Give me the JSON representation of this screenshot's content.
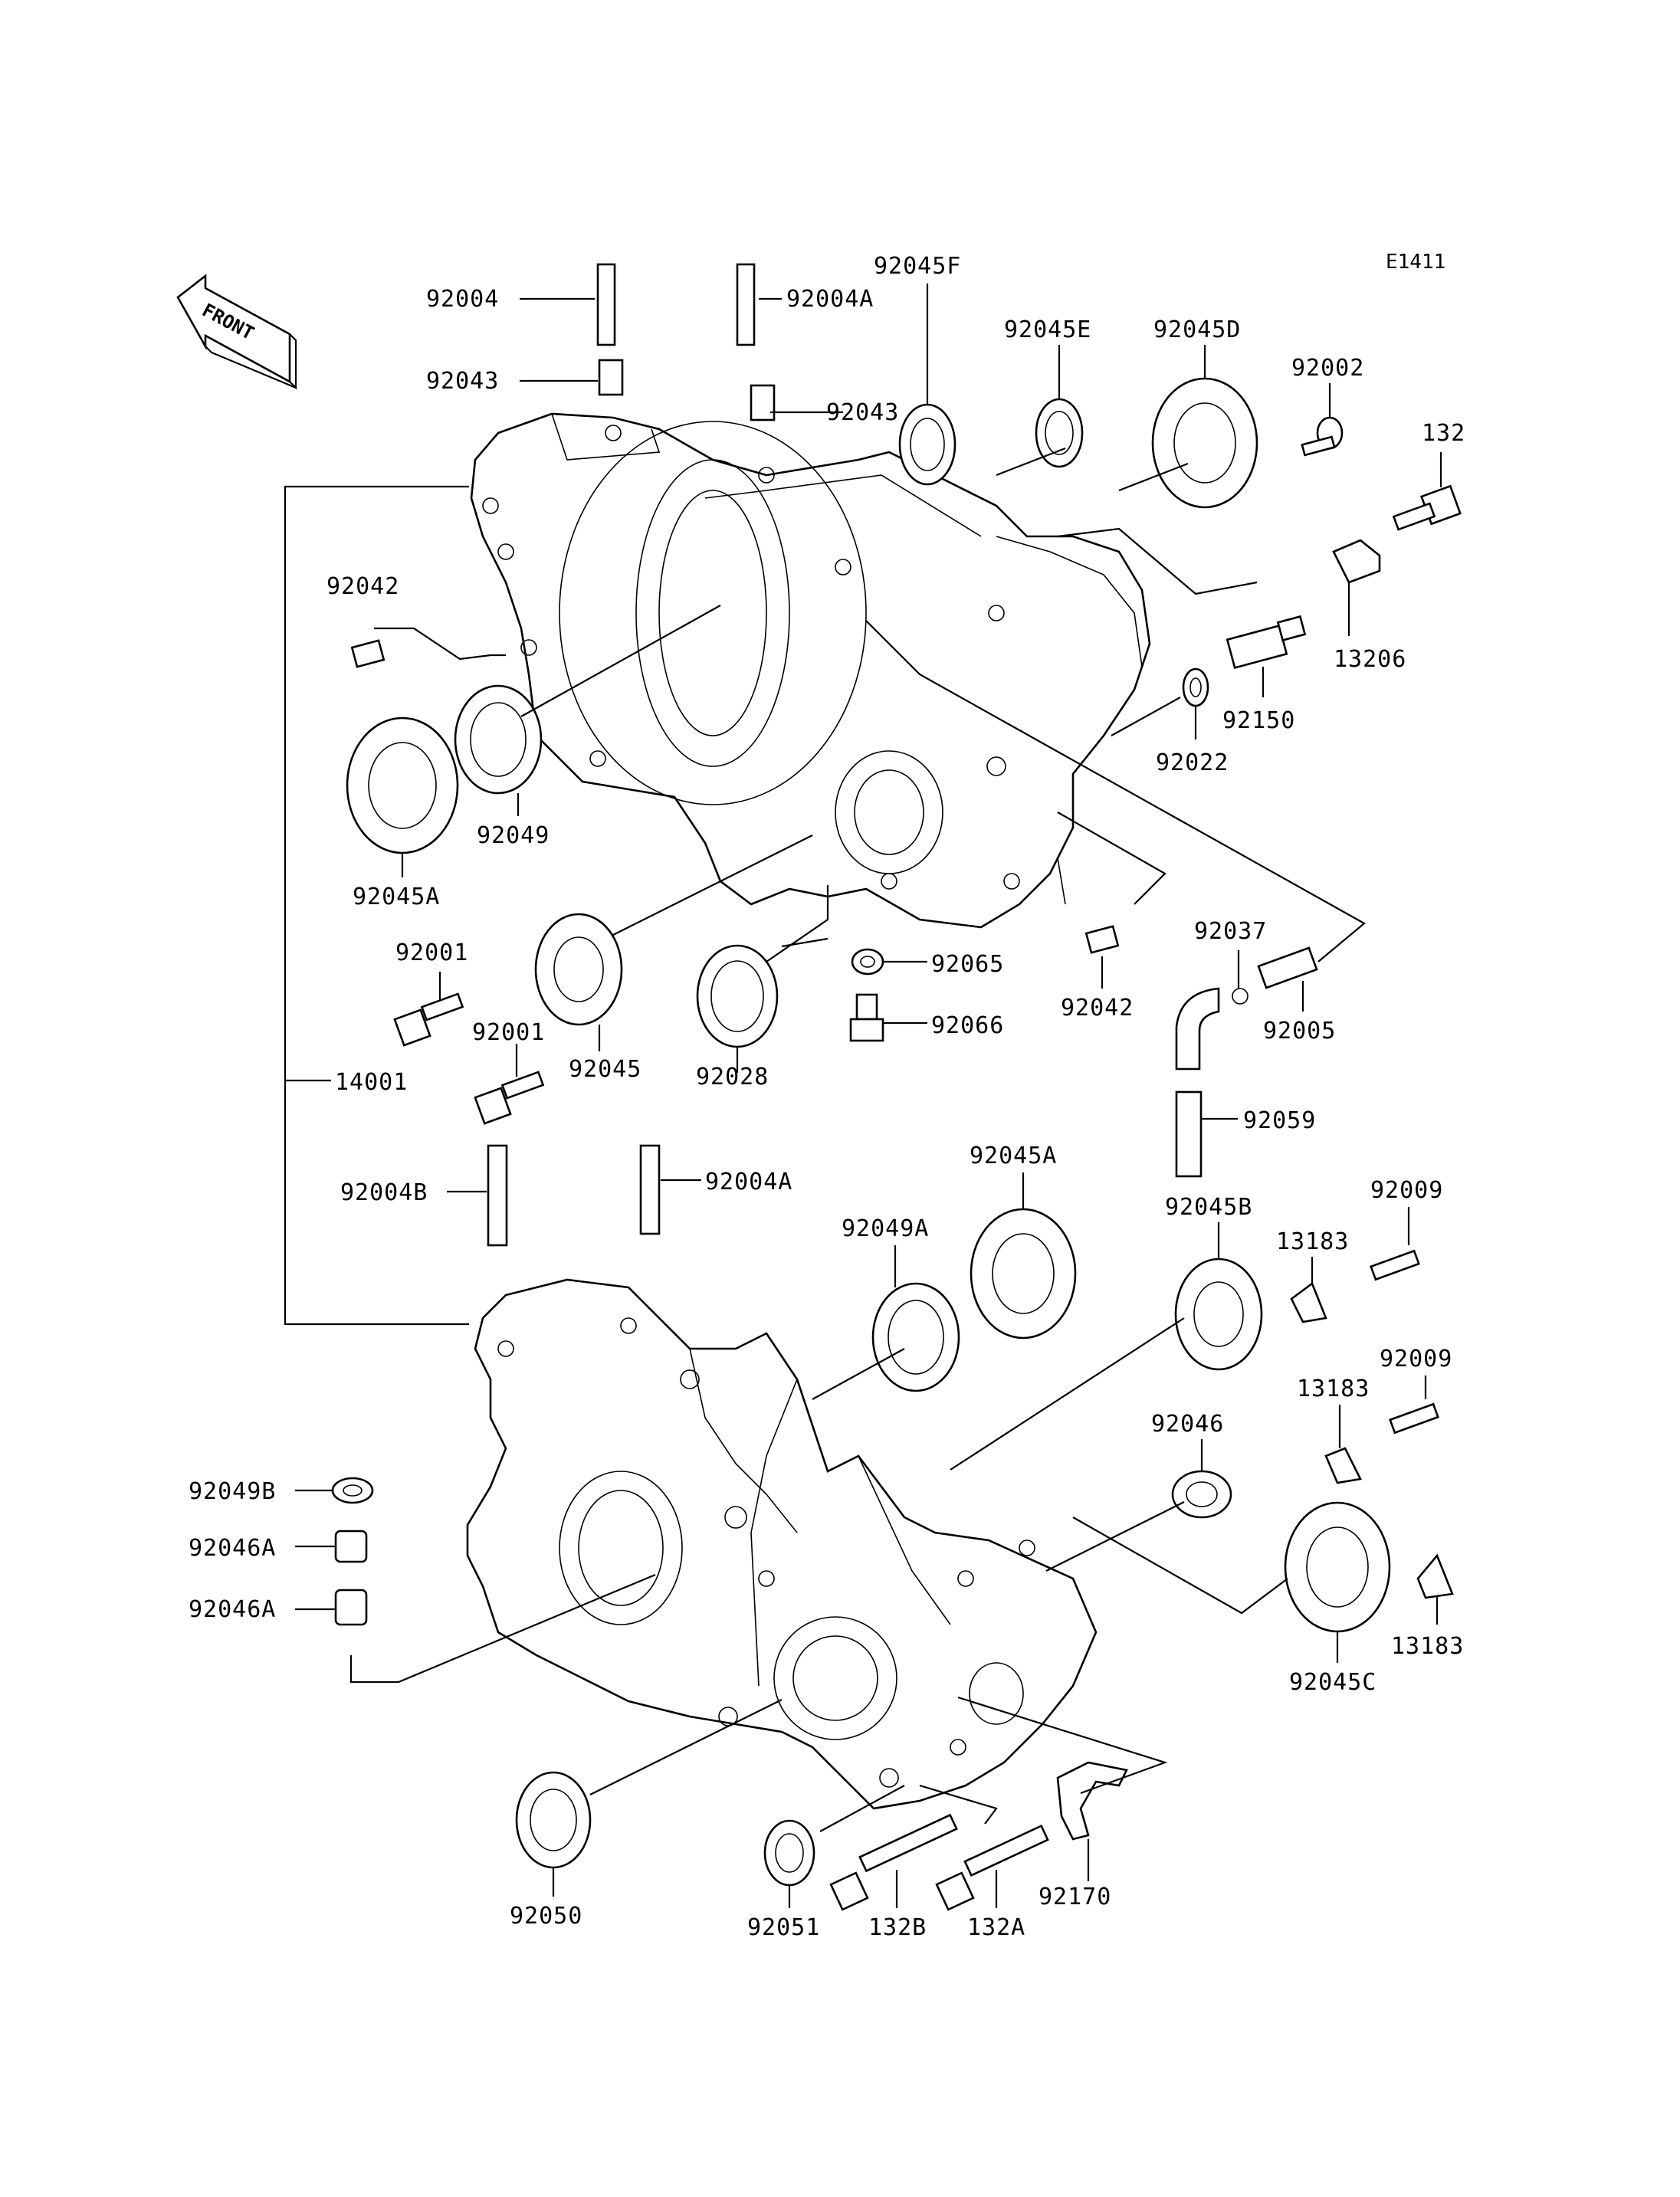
{
  "diagram_code": "E1411",
  "front_marker": "FRONT",
  "labels": {
    "p92004": "92004",
    "p92004A_top": "92004A",
    "p92045F": "92045F",
    "p92045E": "92045E",
    "p92045D": "92045D",
    "p92002": "92002",
    "p132": "132",
    "p92043_left": "92043",
    "p92043_right": "92043",
    "p92042_left": "92042",
    "p13206": "13206",
    "p92150": "92150",
    "p92022": "92022",
    "p92049": "92049",
    "p92045A_top": "92045A",
    "p92001_a": "92001",
    "p92001_b": "92001",
    "p92045": "92045",
    "p92028": "92028",
    "p92065": "92065",
    "p92066": "92066",
    "p92042_right": "92042",
    "p92037": "92037",
    "p92005": "92005",
    "p92059": "92059",
    "p14001": "14001",
    "p92004B": "92004B",
    "p92004A_bottom": "92004A",
    "p92045A_bottom": "92045A",
    "p92049A": "92049A",
    "p92045B": "92045B",
    "p13183_a": "13183",
    "p92009_a": "92009",
    "p92009_b": "92009",
    "p13183_b": "13183",
    "p92046": "92046",
    "p92049B": "92049B",
    "p92046A_a": "92046A",
    "p92046A_b": "92046A",
    "p92045C": "92045C",
    "p13183_c": "13183",
    "p92050": "92050",
    "p92051": "92051",
    "p132B": "132B",
    "p132A": "132A",
    "p92170": "92170"
  }
}
